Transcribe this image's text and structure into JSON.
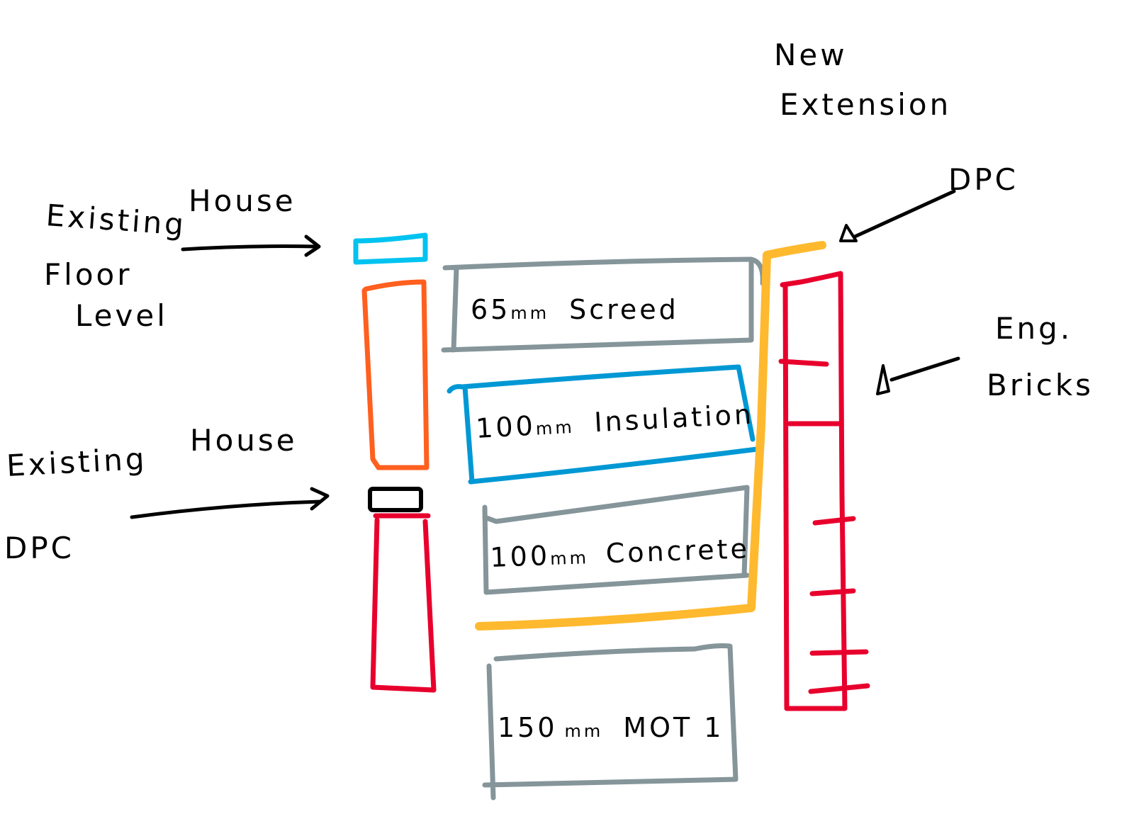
{
  "title": {
    "line1": "New",
    "line2": "Extension"
  },
  "annotations": {
    "floor_level": {
      "line1": "Existing",
      "line1b": "House",
      "line2": "Floor",
      "line3": "Level"
    },
    "existing_dpc": {
      "line1": "Existing",
      "line1b": "House",
      "line2": "DPC"
    },
    "new_dpc": {
      "label": "DPC"
    },
    "bricks": {
      "line1": "Eng.",
      "line2": "Bricks"
    }
  },
  "layers": [
    {
      "thickness": "65",
      "unit": "mm",
      "material": "Screed"
    },
    {
      "thickness": "100",
      "unit": "mm",
      "material": "Insulation"
    },
    {
      "thickness": "100",
      "unit": "mm",
      "material": "Concrete"
    },
    {
      "thickness": "150",
      "unit": "mm",
      "material": "MOT 1"
    }
  ],
  "colors": {
    "ink": "#000000",
    "floor_level": "#00c3f0",
    "existing_wall_upper": "#ff5f1f",
    "existing_wall_lower": "#e8002d",
    "screed": "#85959a",
    "insulation": "#0098d4",
    "concrete": "#85959a",
    "mot": "#85959a",
    "dpm": "#ffb92e",
    "eng_bricks": "#e8002d"
  }
}
